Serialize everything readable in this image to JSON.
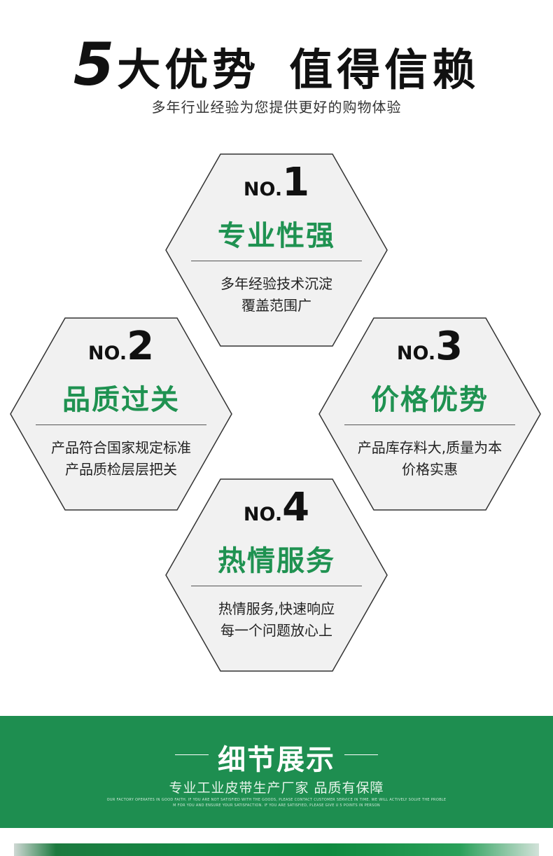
{
  "header": {
    "title_num": "5",
    "title_a": "大优势",
    "title_b": "值得信赖",
    "subtitle": "多年行业经验为您提供更好的购物体验"
  },
  "advantages": [
    {
      "no_prefix": "NO.",
      "no_num": "1",
      "title": "专业性强",
      "lines": [
        "多年经验技术沉淀",
        "覆盖范围广"
      ]
    },
    {
      "no_prefix": "NO.",
      "no_num": "2",
      "title": "品质过关",
      "lines": [
        "产品符合国家规定标准",
        "产品质检层层把关"
      ]
    },
    {
      "no_prefix": "NO.",
      "no_num": "3",
      "title": "价格优势",
      "lines": [
        "产品库存料大,质量为本",
        "价格实惠"
      ]
    },
    {
      "no_prefix": "NO.",
      "no_num": "4",
      "title": "热情服务",
      "lines": [
        "热情服务,快速响应",
        "每一个问题放心上"
      ]
    }
  ],
  "banner": {
    "title": "细节展示",
    "subtitle": "专业工业皮带生产厂家 品质有保障",
    "fine_1": "OUR FACTORY OPERATES IN GOOD FAITH. IF YOU ARE NOT SATISFIED WITH THE GOODS, PLEASE CONTACT CUSTOMER SERVICE IN TIME. WE WILL ACTIVELY SOLVE THE PROBLE",
    "fine_2": "M FOR YOU AND ENSURE YOUR SATISFACTION. IF YOU ARE SATISFIED, PLEASE GIVE U 5 POINTS IN PERSON"
  },
  "colors": {
    "accent_green": "#1f9251",
    "banner_green": "#1e8e50",
    "hex_fill": "#f1f1f1",
    "hex_stroke": "#333333"
  }
}
